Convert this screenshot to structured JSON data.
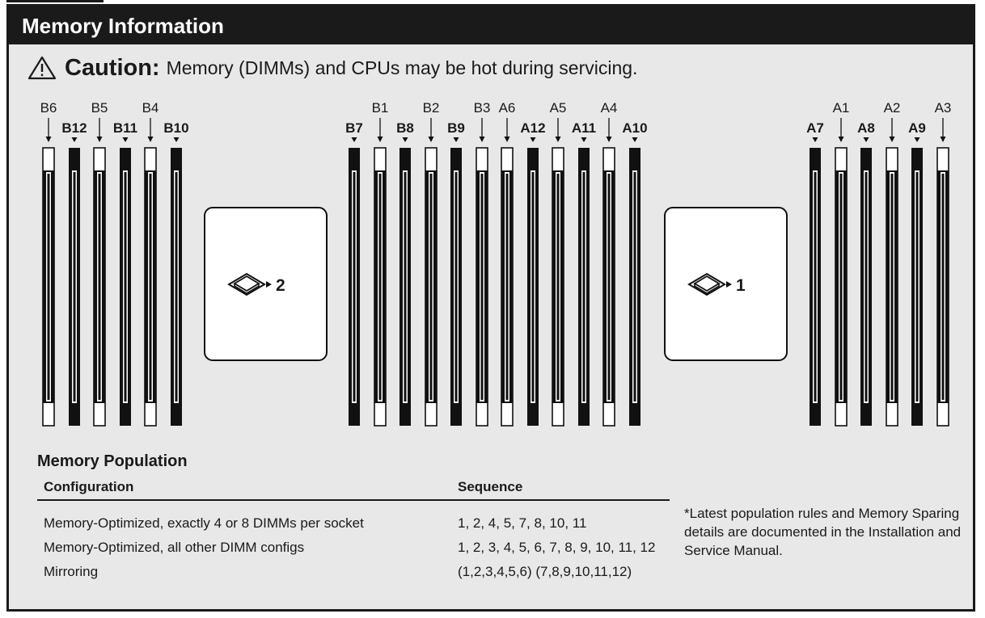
{
  "header": {
    "title": "Memory Information"
  },
  "caution": {
    "label": "Caution:",
    "text": "Memory (DIMMs) and CPUs may be hot during servicing.",
    "icon": "warning-triangle-icon"
  },
  "colors": {
    "header_bg": "#1a1a1a",
    "panel_bg": "#e8e8e8",
    "cpu_bg": "#ffffff"
  },
  "slot_groups": [
    {
      "name": "cpu2-left",
      "slots": [
        {
          "label": "B6",
          "bold": false,
          "color": "white"
        },
        {
          "label": "B12",
          "bold": true,
          "color": "black"
        },
        {
          "label": "B5",
          "bold": false,
          "color": "white"
        },
        {
          "label": "B11",
          "bold": true,
          "color": "black"
        },
        {
          "label": "B4",
          "bold": false,
          "color": "white"
        },
        {
          "label": "B10",
          "bold": true,
          "color": "black"
        }
      ]
    },
    {
      "name": "middle",
      "slots": [
        {
          "label": "B7",
          "bold": true,
          "color": "black"
        },
        {
          "label": "B1",
          "bold": false,
          "color": "white"
        },
        {
          "label": "B8",
          "bold": true,
          "color": "black"
        },
        {
          "label": "B2",
          "bold": false,
          "color": "white"
        },
        {
          "label": "B9",
          "bold": true,
          "color": "black"
        },
        {
          "label": "B3",
          "bold": false,
          "color": "white"
        },
        {
          "label": "A6",
          "bold": false,
          "color": "white"
        },
        {
          "label": "A12",
          "bold": true,
          "color": "black"
        },
        {
          "label": "A5",
          "bold": false,
          "color": "white"
        },
        {
          "label": "A11",
          "bold": true,
          "color": "black"
        },
        {
          "label": "A4",
          "bold": false,
          "color": "white"
        },
        {
          "label": "A10",
          "bold": true,
          "color": "black"
        }
      ]
    },
    {
      "name": "cpu1-right",
      "slots": [
        {
          "label": "A7",
          "bold": true,
          "color": "black"
        },
        {
          "label": "A1",
          "bold": false,
          "color": "white"
        },
        {
          "label": "A8",
          "bold": true,
          "color": "black"
        },
        {
          "label": "A2",
          "bold": false,
          "color": "white"
        },
        {
          "label": "A9",
          "bold": true,
          "color": "black"
        },
        {
          "label": "A3",
          "bold": false,
          "color": "white"
        }
      ]
    }
  ],
  "cpus": [
    {
      "label": "2",
      "icon": "cpu-chip-icon"
    },
    {
      "label": "1",
      "icon": "cpu-chip-icon"
    }
  ],
  "population": {
    "title": "Memory Population",
    "headers": {
      "configuration": "Configuration",
      "sequence": "Sequence"
    },
    "rows": [
      {
        "configuration": "Memory-Optimized, exactly 4 or 8 DIMMs per socket",
        "sequence": "1, 2, 4, 5, 7, 8, 10, 11"
      },
      {
        "configuration": "Memory-Optimized, all other DIMM configs",
        "sequence": "1, 2, 3, 4, 5, 6, 7, 8, 9, 10, 11, 12"
      },
      {
        "configuration": "Mirroring",
        "sequence": "(1,2,3,4,5,6) (7,8,9,10,11,12)"
      }
    ],
    "footnote": "*Latest population rules and Memory Sparing details are documented in the Installation and Service Manual."
  }
}
